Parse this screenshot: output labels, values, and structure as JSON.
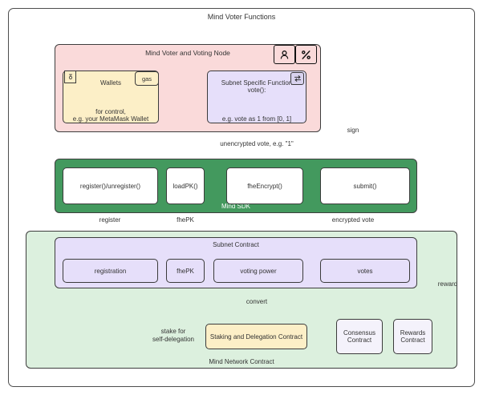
{
  "diagram": {
    "outer_title": "Mind Voter Functions",
    "groups": {
      "voter_node": {
        "title": "Mind Voter and Voting Node",
        "color": "#fadada"
      },
      "sdk": {
        "title": "Mind SDK",
        "color": "#43995e"
      },
      "network": {
        "title": "Mind Network Contract",
        "color": "#dcf0de"
      },
      "subnet": {
        "title": "Subnet Contract",
        "color": "#e6dffa"
      }
    },
    "nodes": {
      "wallets": {
        "title": "Wallets",
        "body": "for control,\ne.g. your MetaMask Wallet",
        "tag": "gas",
        "color": "#fcefc7"
      },
      "subnet_fn": {
        "title": "Subnet Specific Function\nvote():",
        "body": "e.g. vote as 1 from [0, 1]",
        "color": "#e6dffa"
      },
      "register": {
        "label": "register()/unregister()"
      },
      "loadpk": {
        "label": "loadPK()"
      },
      "fheencrypt": {
        "label": "fheEncrypt()"
      },
      "submit": {
        "label": "submit()"
      },
      "registration": {
        "label": "registration"
      },
      "fhepk_box": {
        "label": "fhePK"
      },
      "voting_power": {
        "label": "voting power"
      },
      "votes": {
        "label": "votes"
      },
      "staking": {
        "label": "Staking and Delegation Contract",
        "color": "#fcefc7"
      },
      "consensus": {
        "label": "Consensus\nContract"
      },
      "rewards": {
        "label": "Rewards\nContract"
      }
    },
    "edge_labels": {
      "unencrypted_vote": "unencrypted vote, e.g. \"1\"",
      "sign": "sign",
      "register": "register",
      "fhepk": "fhePK",
      "encrypted_vote": "encrypted vote",
      "convert": "convert",
      "stake_for_self_delegation": "stake for\nself-delegation",
      "reward": "reward"
    },
    "icons": {
      "user_speech": "user-speech-icon",
      "percent_monitor": "percent-monitor-icon",
      "swap": "swap-arrows-icon",
      "note": "note-icon"
    },
    "colors": {
      "stroke": "#3b3b3b",
      "text": "#333333",
      "pink": "#fadada",
      "green": "#43995e",
      "light_green": "#dcf0de",
      "purple": "#e6dffa",
      "yellow": "#fcefc7"
    }
  }
}
